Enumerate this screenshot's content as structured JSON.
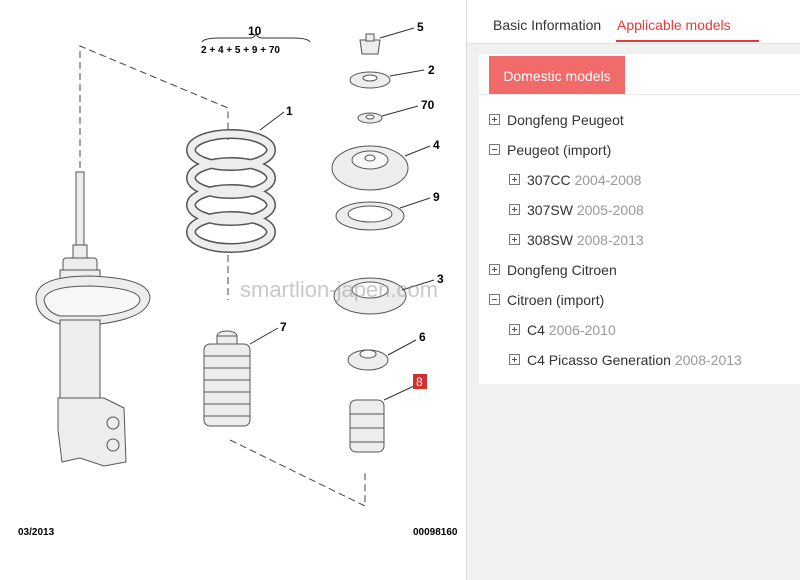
{
  "diagram": {
    "callouts": {
      "c10": "10",
      "formula": "2 + 4 + 5 + 9 + 70",
      "c1": "1",
      "c2": "2",
      "c3": "3",
      "c4": "4",
      "c5": "5",
      "c6": "6",
      "c7": "7",
      "c8": "8",
      "c9": "9",
      "c70": "70"
    },
    "date_code": "03/2013",
    "ref_code": "00098160",
    "watermark": "smartlion-japen.com",
    "colors": {
      "part_fill": "#ededed",
      "outline": "#555555",
      "highlight": "#d32f2f"
    }
  },
  "tabs": {
    "basic": "Basic Information",
    "applicable": "Applicable models",
    "active_color": "#e53935"
  },
  "filter": {
    "domestic_label": "Domestic models",
    "color": "#f26b6b"
  },
  "tree": [
    {
      "label": "Dongfeng Peugeot",
      "years": "",
      "state": "collapsed",
      "level": 0
    },
    {
      "label": "Peugeot (import)",
      "years": "",
      "state": "expanded",
      "level": 0
    },
    {
      "label": "307CC",
      "years": "2004-2008",
      "state": "collapsed",
      "level": 1
    },
    {
      "label": "307SW",
      "years": "2005-2008",
      "state": "collapsed",
      "level": 1
    },
    {
      "label": "308SW",
      "years": "2008-2013",
      "state": "collapsed",
      "level": 1
    },
    {
      "label": "Dongfeng Citroen",
      "years": "",
      "state": "collapsed",
      "level": 0
    },
    {
      "label": "Citroen (import)",
      "years": "",
      "state": "expanded",
      "level": 0
    },
    {
      "label": "C4",
      "years": "2006-2010",
      "state": "collapsed",
      "level": 1
    },
    {
      "label": "C4 Picasso Generation",
      "years": "2008-2013",
      "state": "collapsed",
      "level": 1
    }
  ]
}
